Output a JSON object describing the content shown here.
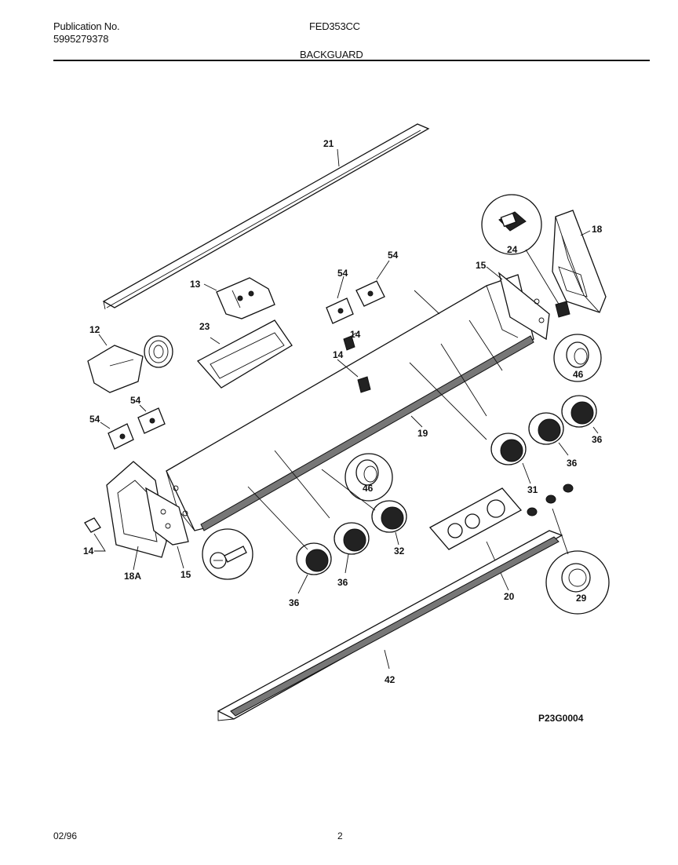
{
  "header": {
    "publication_label": "Publication No.",
    "publication_number": "5995279378",
    "model": "FED353CC",
    "section": "BACKGUARD"
  },
  "callouts": {
    "c21": "21",
    "c18": "18",
    "c24": "24",
    "c15a": "15",
    "c54a": "54",
    "c54b": "54",
    "c13": "13",
    "c14a": "14",
    "c14b": "14",
    "c12": "12",
    "c23": "23",
    "c46a": "46",
    "c19": "19",
    "c36a": "36",
    "c36b": "36",
    "c54c": "54",
    "c54d": "54",
    "c31": "31",
    "c46b": "46",
    "c14c": "14",
    "c18a": "18A",
    "c15b": "15",
    "c36c": "36",
    "c36d": "36",
    "c32": "32",
    "c20": "20",
    "c29": "29",
    "c42": "42"
  },
  "drawing_code": "P23G0004",
  "footer": {
    "date": "02/96",
    "page": "2"
  }
}
